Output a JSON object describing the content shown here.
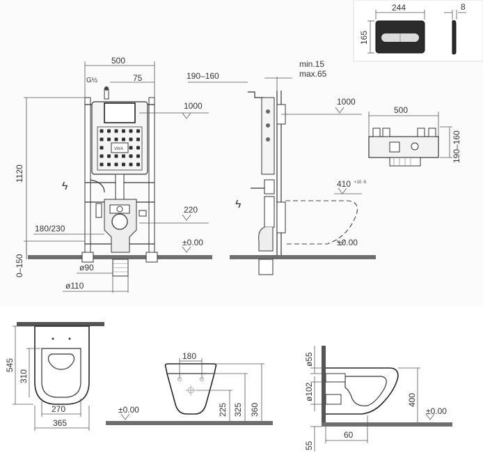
{
  "flush_plate": {
    "width": "244",
    "height": "165",
    "thickness": "8"
  },
  "frame_front": {
    "width": "500",
    "inlet_label": "G½",
    "inlet_offset": "75",
    "height_total": "1120",
    "level_1000": "1000",
    "level_220": "220",
    "level_zero": "±0.00",
    "outlet_height": "180/230",
    "floor_adjust": "0–150",
    "pipe_d90": "ø90",
    "pipe_d110": "ø110",
    "logo": "VitrA"
  },
  "frame_side": {
    "depth": "190–160",
    "wall_min": "min.15",
    "wall_max": "max.65",
    "level_1000": "1000",
    "level_410": "410",
    "level_410_tol": "+10 -5",
    "level_zero": "±0.00"
  },
  "frame_top": {
    "width": "500",
    "depth": "190–160"
  },
  "wc_top": {
    "length": "545",
    "seat_length": "310",
    "seat_width": "270",
    "width": "365"
  },
  "wc_front": {
    "fix_spacing": "180",
    "level_zero": "±0.00",
    "h_225": "225",
    "h_325": "325",
    "h_360": "360"
  },
  "wc_side": {
    "d55": "ø55",
    "d102": "ø102",
    "height": "400",
    "level_zero": "±0.00",
    "offset_55": "55",
    "offset_60": "60"
  }
}
